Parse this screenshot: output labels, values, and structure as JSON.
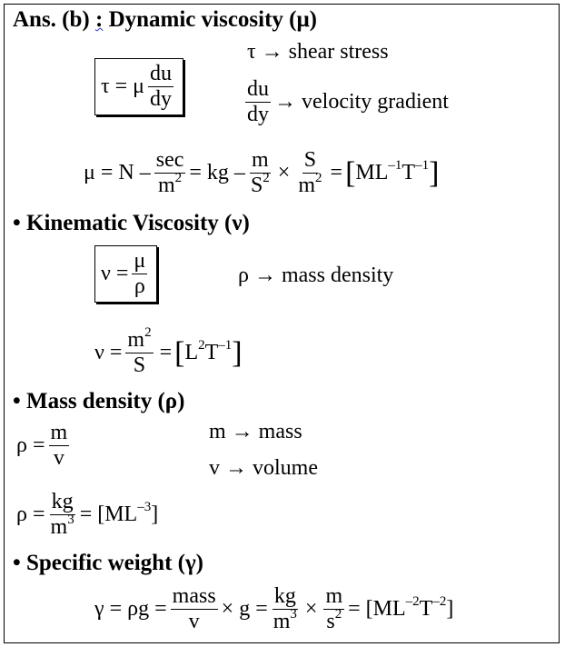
{
  "section1": {
    "prefix": "Ans. (b)",
    "colon": ":",
    "title": "Dynamic viscosity (μ)",
    "formula": {
      "lhs": "τ = μ",
      "num": "du",
      "den": "dy"
    },
    "note1": "τ → shear stress",
    "note2": {
      "num": "du",
      "den": "dy",
      "text": "→ velocity gradient"
    },
    "units": {
      "a": "μ = N –",
      "f1_num": "sec",
      "f1_den": "m",
      "f1_den_sup": "2",
      "b": "= kg –",
      "f2_num": "m",
      "f2_den": "S",
      "f2_den_sup": "2",
      "times": "×",
      "f3_num": "S",
      "f3_den": "m",
      "f3_den_sup": "2",
      "eq": "=",
      "result": "ML",
      "result_sup1": "–1",
      "result_t": "T",
      "result_sup2": "–1"
    }
  },
  "section2": {
    "title": "• Kinematic Viscosity (ν)",
    "formula": {
      "lhs": "ν =",
      "num": "μ",
      "den": "ρ"
    },
    "note": "ρ → mass density",
    "units": {
      "lhs": "ν =",
      "num": "m",
      "num_sup": "2",
      "den": "S",
      "eq": "=",
      "result": "L",
      "result_sup1": "2",
      "result_t": "T",
      "result_sup2": "–1"
    }
  },
  "section3": {
    "title": "• Mass density (ρ)",
    "formula": {
      "lhs": "ρ =",
      "num": "m",
      "den": "v"
    },
    "note1": "m → mass",
    "note2": "v → volume",
    "units": {
      "lhs": "ρ =",
      "num": "kg",
      "den": "m",
      "den_sup": "3",
      "eq": "= [ML",
      "sup": "–3",
      "close": "]"
    }
  },
  "section4": {
    "title": "• Specific weight (γ)",
    "formula": {
      "lhs": "γ = ρg =",
      "f1_num": "mass",
      "f1_den": "v",
      "mid": "× g =",
      "f2_num": "kg",
      "f2_den": "m",
      "f2_den_sup": "3",
      "times": "×",
      "f3_num": "m",
      "f3_den": "s",
      "f3_den_sup": "2",
      "eq": "= [ML",
      "sup1": "–2",
      "t": "T",
      "sup2": "–2",
      "close": "]"
    }
  }
}
